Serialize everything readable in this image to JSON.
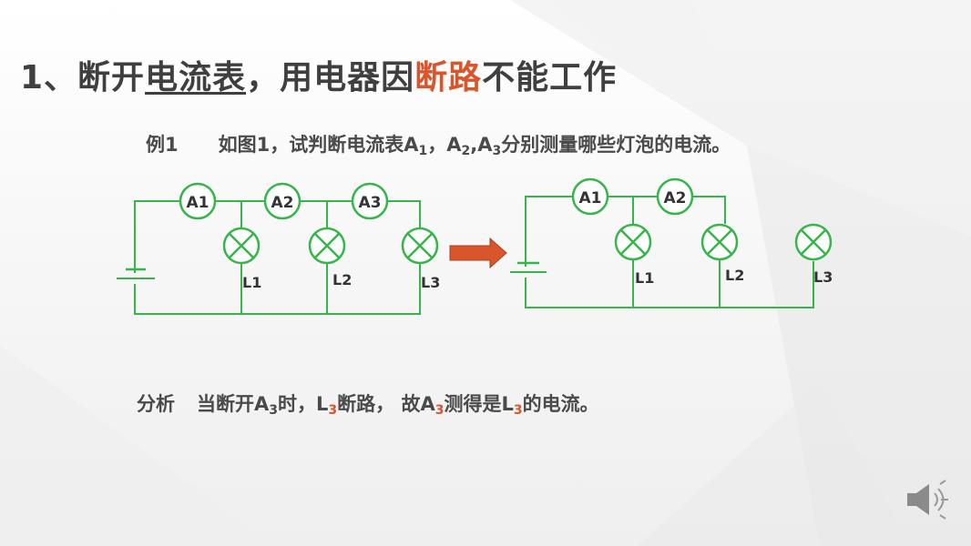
{
  "title": {
    "prefix": "1、断开",
    "underlined": "电流表",
    "middle": "，用电器因",
    "highlight": "断路",
    "suffix": "不能工作"
  },
  "example": {
    "label": "例1",
    "text_part1": "如图1，试判断电流表A",
    "sub1": "1",
    "text_part2": "，A",
    "sub2": "2",
    "text_part3": ",A",
    "sub3": "3",
    "text_part4": "分别测量哪些灯泡的电流。"
  },
  "circuit_left": {
    "ammeters": [
      "A1",
      "A2",
      "A3"
    ],
    "lamps": [
      "L1",
      "L2",
      "L3"
    ]
  },
  "circuit_right": {
    "ammeters": [
      "A1",
      "A2"
    ],
    "lamps": [
      "L1",
      "L2",
      "L3"
    ]
  },
  "analysis": {
    "label": "分析",
    "t1": "当断开A",
    "s1": "3",
    "t2": "时，L",
    "s2": "3",
    "t3": "断路， 故A",
    "s3": "3",
    "t4": "测得是L",
    "s4": "3",
    "t5": "的电流。"
  },
  "colors": {
    "wire": "#36b54a",
    "arrow": "#d9552b",
    "highlight": "#d9552b",
    "text": "#4a4a4a"
  },
  "icons": {
    "speaker": "speaker-icon"
  }
}
